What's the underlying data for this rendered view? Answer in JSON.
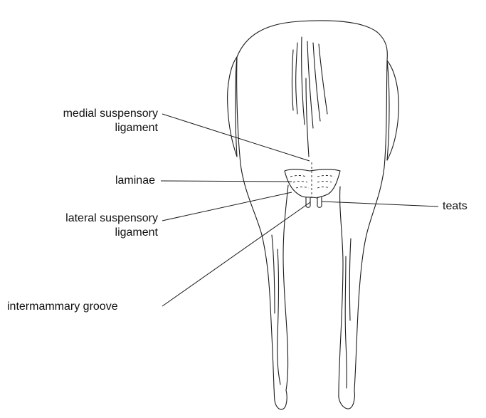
{
  "labels": {
    "medial_line1": "medial suspensory",
    "medial_line2": "ligament",
    "laminae": "laminae",
    "lateral_line1": "lateral suspensory",
    "lateral_line2": "ligament",
    "intermammary": "intermammary groove",
    "teats": "teats"
  },
  "colors": {
    "ink": "#1a1a1a",
    "background": "#ffffff"
  }
}
